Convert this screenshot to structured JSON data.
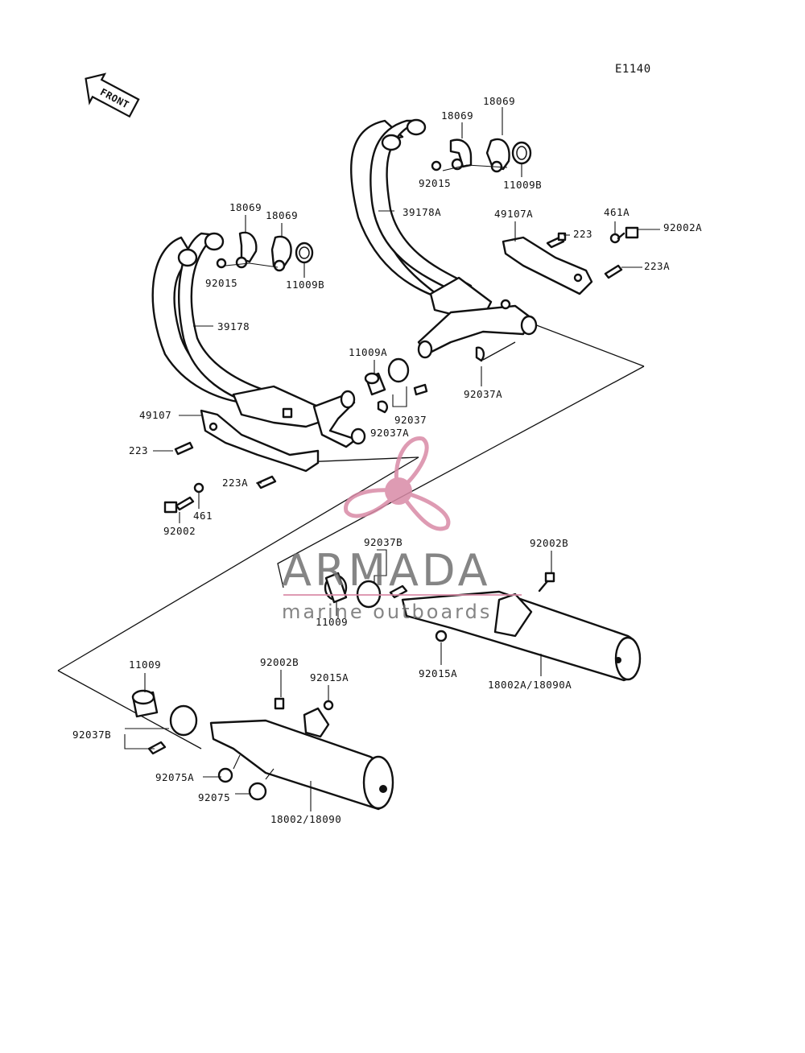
{
  "header": {
    "code": "E1140",
    "front_label": "FRONT"
  },
  "labels": {
    "l_18069_a": "18069",
    "l_18069_b": "18069",
    "l_92015_top": "92015",
    "l_11009b_top": "11009B",
    "l_39178a": "39178A",
    "l_49107a": "49107A",
    "l_223_top": "223",
    "l_461a": "461A",
    "l_92002a": "92002A",
    "l_223a_top": "223A",
    "l_18069_c": "18069",
    "l_18069_d": "18069",
    "l_92015_left": "92015",
    "l_11009b_left": "11009B",
    "l_39178": "39178",
    "l_11009a": "11009A",
    "l_92037": "92037",
    "l_92037a_mid": "92037A",
    "l_92037a_right": "92037A",
    "l_49107": "49107",
    "l_223_left": "223",
    "l_223a_left": "223A",
    "l_461": "461",
    "l_92002": "92002",
    "l_92037b_mid": "92037B",
    "l_92002b_right": "92002B",
    "l_11009_mid": "11009",
    "l_92015a_right": "92015A",
    "l_18002a": "18002A/18090A",
    "l_11009_left": "11009",
    "l_92002b_left": "92002B",
    "l_92015a_left": "92015A",
    "l_92037b_left": "92037B",
    "l_92075a": "92075A",
    "l_92075": "92075",
    "l_18002": "18002/18090"
  },
  "watermark": {
    "title": "ARMADA",
    "subtitle": "marine outboards",
    "color": "#d98aa6"
  }
}
